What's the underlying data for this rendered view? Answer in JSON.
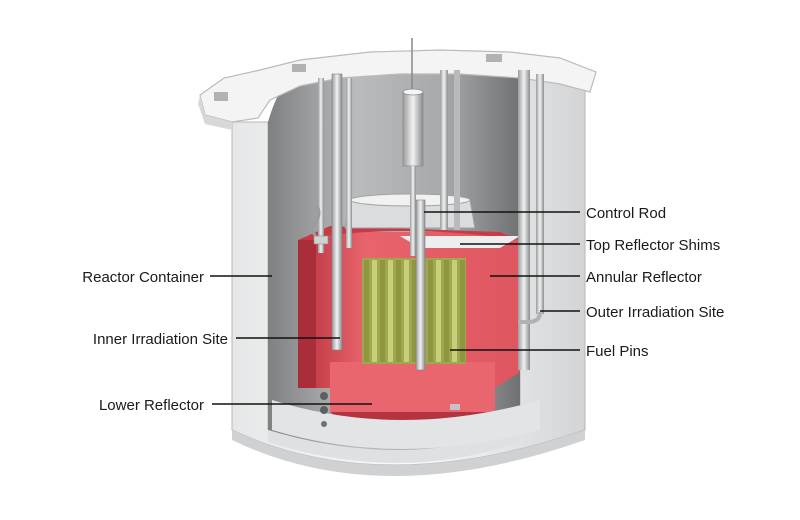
{
  "labels_left": [
    {
      "id": "reactor-container",
      "text": "Reactor Container"
    },
    {
      "id": "inner-irradiation-site",
      "text": "Inner Irradiation Site"
    },
    {
      "id": "lower-reflector",
      "text": "Lower Reflector"
    }
  ],
  "labels_right": [
    {
      "id": "control-rod",
      "text": "Control Rod"
    },
    {
      "id": "top-reflector-shims",
      "text": "Top Reflector Shims"
    },
    {
      "id": "annular-reflector",
      "text": "Annular Reflector"
    },
    {
      "id": "outer-irradiation-site",
      "text": "Outer Irradiation Site"
    },
    {
      "id": "fuel-pins",
      "text": "Fuel Pins"
    }
  ],
  "colors": {
    "reflector": "#e8646c",
    "reflector_dark": "#c23a45",
    "fuel": "#a8b25a",
    "metal": "#c9cbcd",
    "shadow": "#8e9092"
  }
}
